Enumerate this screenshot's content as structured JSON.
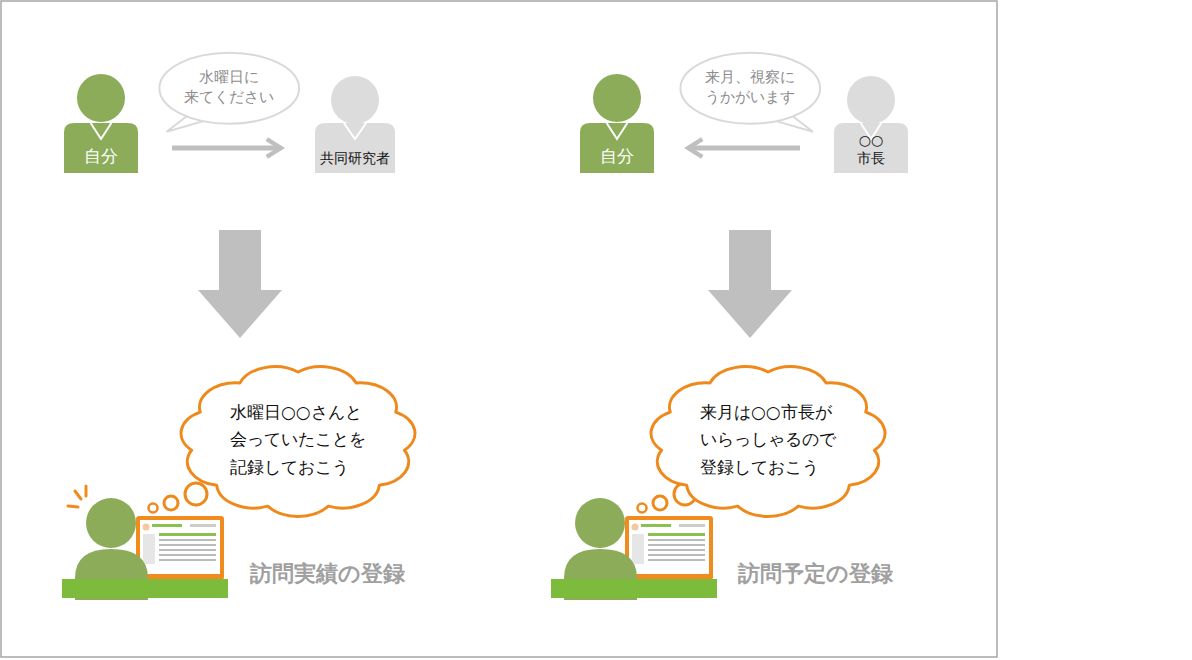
{
  "diagram": {
    "nodes": [
      {
        "text": [
          "自分"
        ]
      },
      {
        "text": [
          "水曜日に 来てください"
        ]
      },
      {
        "text": [
          "共同研究者"
        ]
      },
      {
        "text": [
          "自分"
        ]
      },
      {
        "text": [
          "来月、視察に うかがいます"
        ]
      },
      {
        "text": [
          "○○市長"
        ]
      },
      {
        "text": [
          "水曜日○○さんと 会っていたことを 記録しておこう"
        ]
      },
      {
        "text": [
          "来月は○○市長が いらっしゃるので 登録しておこう"
        ]
      }
    ],
    "edges": [
      {
        "from": 0,
        "to": 2,
        "arrow": "to"
      },
      {
        "from": 5,
        "to": 3,
        "arrow": "to"
      }
    ],
    "labels": [
      "訪問実績の登録",
      "訪問予定の登録"
    ]
  }
}
